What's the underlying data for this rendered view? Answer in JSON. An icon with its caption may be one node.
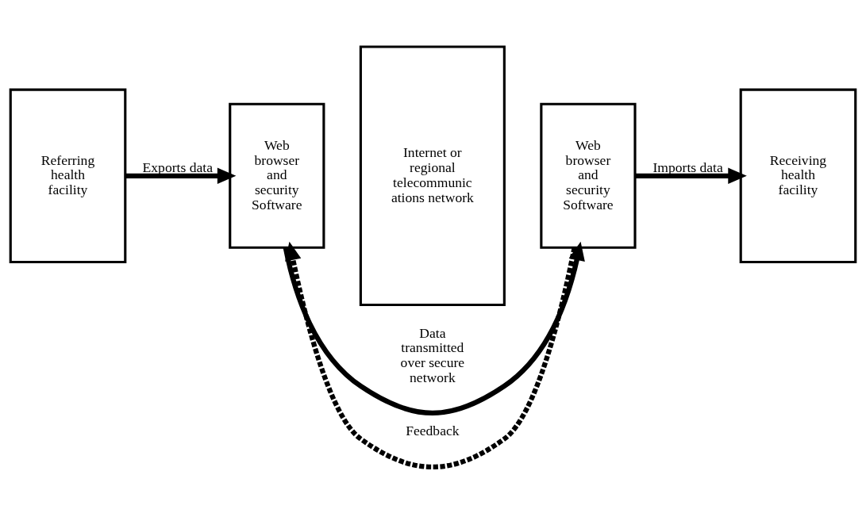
{
  "diagram": {
    "nodes": [
      {
        "text": [
          "Referring health facility"
        ]
      },
      {
        "text": [
          "Web browser and security Software"
        ]
      },
      {
        "text": [
          "Internet or regional telecommunic ations network"
        ]
      },
      {
        "text": [
          "Web browser and security Software"
        ]
      },
      {
        "text": [
          "Receiving health facility"
        ]
      }
    ],
    "edges": [
      {
        "from": 0,
        "to": 1,
        "arrow": "to",
        "label": "Exports data"
      },
      {
        "from": 1,
        "to": 3,
        "arrow": "to",
        "label": "Data transmitted over secure network"
      },
      {
        "from": 3,
        "to": 1,
        "arrow": "to",
        "label": "Feedback",
        "style": "dashed"
      },
      {
        "from": 3,
        "to": 4,
        "arrow": "to",
        "label": "Imports data"
      }
    ]
  }
}
